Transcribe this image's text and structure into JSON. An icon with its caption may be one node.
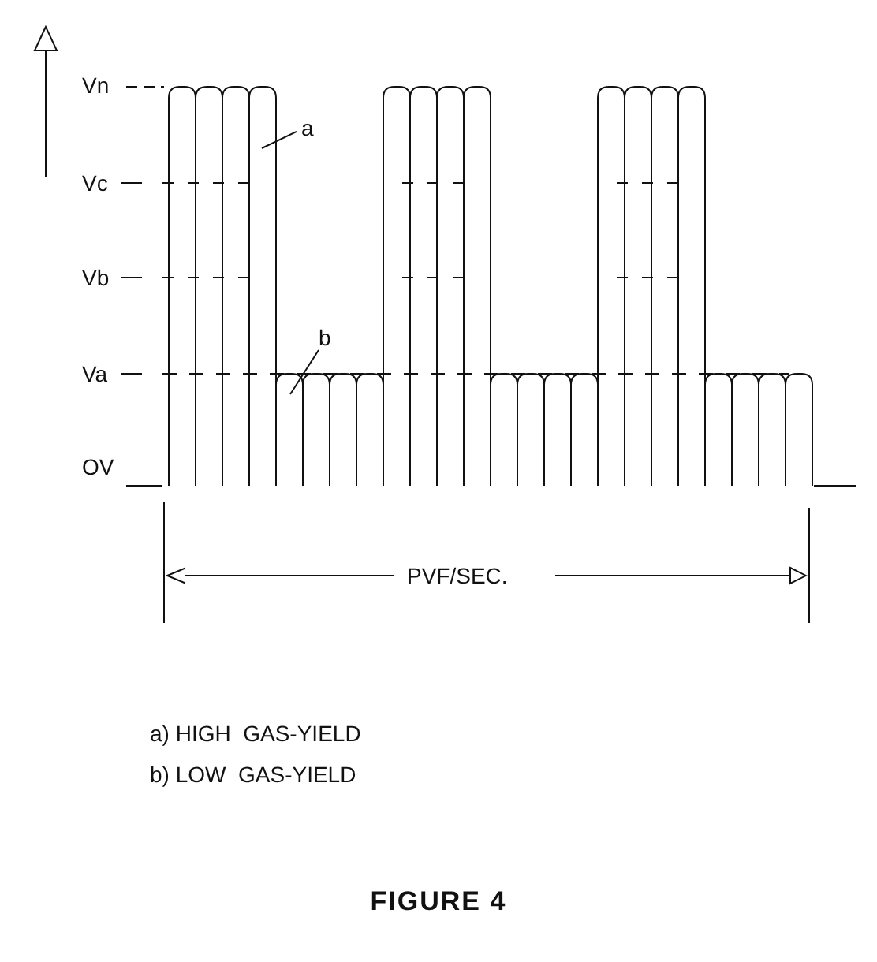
{
  "diagram": {
    "caption": "FIGURE 4",
    "nodes": [
      {
        "text": [
          "a"
        ]
      },
      {
        "text": [
          "b"
        ]
      }
    ],
    "edges": [
      {
        "from": 0,
        "to": null,
        "arrow": "none"
      },
      {
        "from": 1,
        "to": null,
        "arrow": "none"
      }
    ],
    "labels": [
      "Vn",
      "Vc",
      "Vb",
      "Va",
      "OV",
      "PVF/SEC.",
      "a) HIGH  GAS-YIELD",
      "b) LOW  GAS-YIELD"
    ]
  }
}
